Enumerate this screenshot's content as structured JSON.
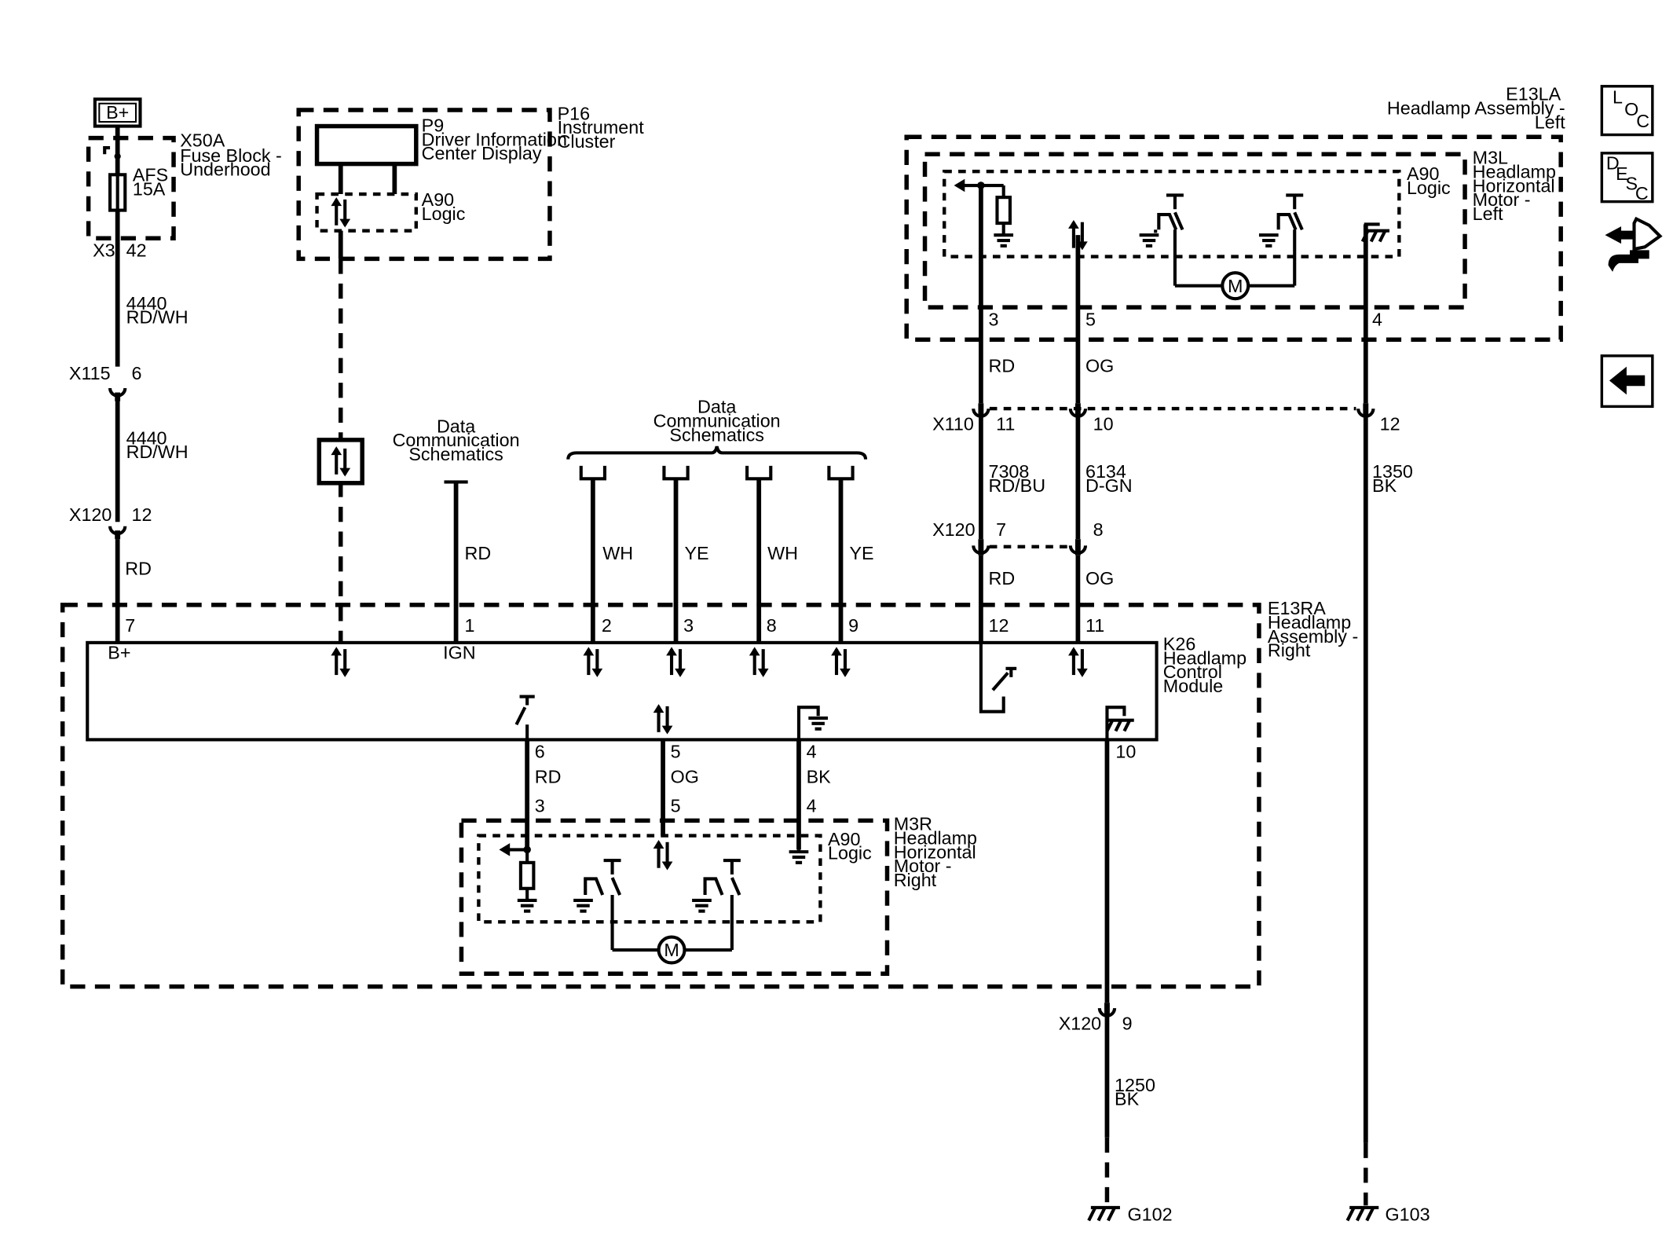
{
  "power": {
    "label": "B+"
  },
  "fuse_block": {
    "ref": "X50A",
    "name": "Fuse Block -\nUnderhood",
    "fuse": "AFS\n15A",
    "conn": "X3",
    "pin": "42"
  },
  "circuit_4440": {
    "number": "4440",
    "color": "RD/WH"
  },
  "x115": {
    "ref": "X115",
    "pin": "6"
  },
  "x120_a": {
    "ref": "X120",
    "pin": "12"
  },
  "wire_rd_b": "RD",
  "cluster": {
    "ref": "P16",
    "name": "Instrument\nCluster",
    "dic_ref": "P9",
    "dic_name": "Driver Information\nCenter Display",
    "logic_ref": "A90",
    "logic_name": "Logic"
  },
  "data_comm_1": "Data\nCommunication\nSchematics",
  "data_comm_2": "Data\nCommunication\nSchematics",
  "ign_wire": "RD",
  "bus_wires": [
    "WH",
    "YE",
    "WH",
    "YE"
  ],
  "left_assembly": {
    "ref": "E13LA",
    "name": "Headlamp Assembly -\nLeft"
  },
  "m3l": {
    "ref": "M3L",
    "name": "Headlamp\nHorizontal\nMotor -\nLeft",
    "logic_ref": "A90",
    "logic_name": "Logic",
    "pins": [
      "3",
      "5",
      "4"
    ],
    "motor": "M"
  },
  "left_wires": {
    "rd": "RD",
    "og": "OG"
  },
  "x110": {
    "ref": "X110",
    "pins": [
      "11",
      "10",
      "12"
    ]
  },
  "circuit_7308": {
    "number": "7308",
    "color": "RD/BU"
  },
  "circuit_6134": {
    "number": "6134",
    "color": "D-GN"
  },
  "circuit_1350": {
    "number": "1350",
    "color": "BK"
  },
  "x120_b": {
    "ref": "X120",
    "pins": [
      "7",
      "8"
    ]
  },
  "mid_wires": {
    "rd": "RD",
    "og": "OG"
  },
  "right_assembly": {
    "ref": "E13RA",
    "name": "Headlamp\nAssembly -\nRight"
  },
  "k26": {
    "ref": "K26",
    "name": "Headlamp\nControl\nModule",
    "top_pins": [
      "7",
      "1",
      "2",
      "3",
      "8",
      "9",
      "12",
      "11"
    ],
    "labels": {
      "bplus": "B+",
      "ign": "IGN"
    },
    "bottom_pins": [
      "6",
      "5",
      "4",
      "10"
    ]
  },
  "lower_wires": [
    "RD",
    "OG",
    "BK"
  ],
  "m3r": {
    "ref": "M3R",
    "name": "Headlamp\nHorizontal\nMotor -\nRight",
    "logic_ref": "A90",
    "logic_name": "Logic",
    "pins": [
      "3",
      "5",
      "4"
    ],
    "motor": "M"
  },
  "x120_c": {
    "ref": "X120",
    "pin": "9"
  },
  "circuit_1250": {
    "number": "1250",
    "color": "BK"
  },
  "grounds": [
    "G102",
    "G103"
  ],
  "nav": {
    "loc": [
      "L",
      "O",
      "C"
    ],
    "desc": [
      "D",
      "E",
      "S",
      "C"
    ]
  }
}
